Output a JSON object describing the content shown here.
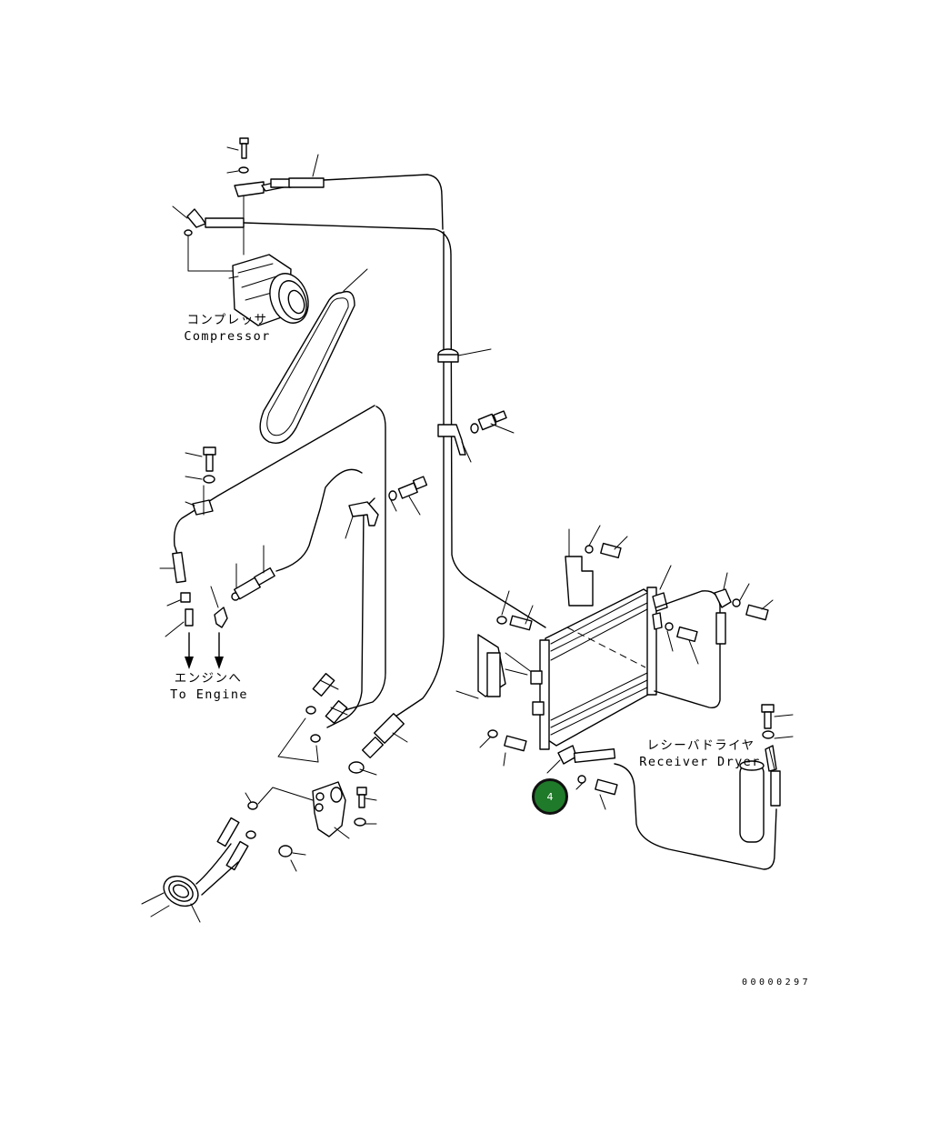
{
  "labels": {
    "compressor_jp": "コンプレッサ",
    "compressor_en": "Compressor",
    "engine_jp": "エンジンへ",
    "engine_en": "To Engine",
    "receiver_jp": "レシーバドライヤ",
    "receiver_en": "Receiver Dryer"
  },
  "callout": {
    "number": "4",
    "color": "#1f7a2a"
  },
  "drawing_number": "00000297"
}
